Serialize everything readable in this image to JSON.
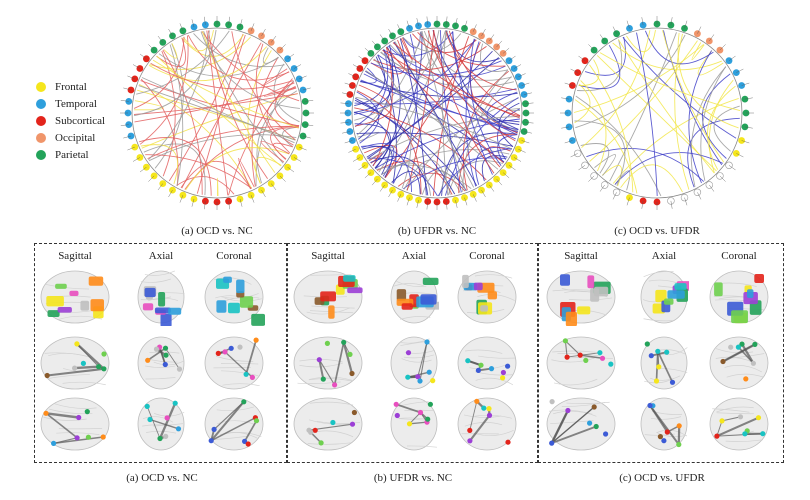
{
  "legend": [
    {
      "label": "Frontal",
      "color": "#f5e61c"
    },
    {
      "label": "Temporal",
      "color": "#2e9fdc"
    },
    {
      "label": "Subcortical",
      "color": "#e3241b"
    },
    {
      "label": "Occipital",
      "color": "#f0956a"
    },
    {
      "label": "Parietal",
      "color": "#23a35a"
    }
  ],
  "circos_captions": [
    "(a) OCD vs. NC",
    "(b) UFDR vs. NC",
    "(c) OCD vs. UFDR"
  ],
  "view_titles": [
    "Sagittal",
    "Axial",
    "Coronal"
  ],
  "panel_captions": [
    "(a) OCD vs. NC",
    "(b) UFDR vs. NC",
    "(c) OCD vs. UFDR"
  ]
}
